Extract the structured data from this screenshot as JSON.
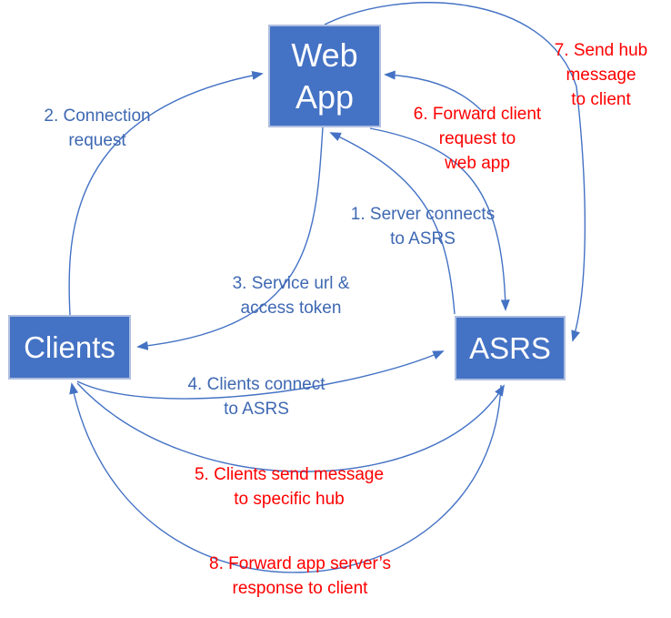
{
  "diagram": {
    "nodes": [
      {
        "id": "web-app",
        "label": "Web App"
      },
      {
        "id": "clients",
        "label": "Clients"
      },
      {
        "id": "asrs",
        "label": "ASRS"
      }
    ],
    "steps": [
      {
        "num": "1",
        "text": "1. Server connects\nto ASRS",
        "color": "blue"
      },
      {
        "num": "2",
        "text": "2. Connection\nrequest",
        "color": "blue"
      },
      {
        "num": "3",
        "text": "3. Service url &\naccess token",
        "color": "blue"
      },
      {
        "num": "4",
        "text": "4. Clients connect\nto ASRS",
        "color": "blue"
      },
      {
        "num": "5",
        "text": "5. Clients send message\nto specific hub",
        "color": "red"
      },
      {
        "num": "6",
        "text": "6. Forward client\nrequest to\nweb app",
        "color": "red"
      },
      {
        "num": "7",
        "text": "7. Send hub\nmessage\nto client",
        "color": "red"
      },
      {
        "num": "8",
        "text": "8. Forward app server’s\nresponse to client",
        "color": "red"
      }
    ],
    "colors": {
      "node_fill": "#4472C4",
      "node_border": "#AEBEE0",
      "node_text": "#FFFFFF",
      "arrow": "#4472C4",
      "blue_label": "#3E68B2",
      "red_label": "#FF0000"
    }
  }
}
